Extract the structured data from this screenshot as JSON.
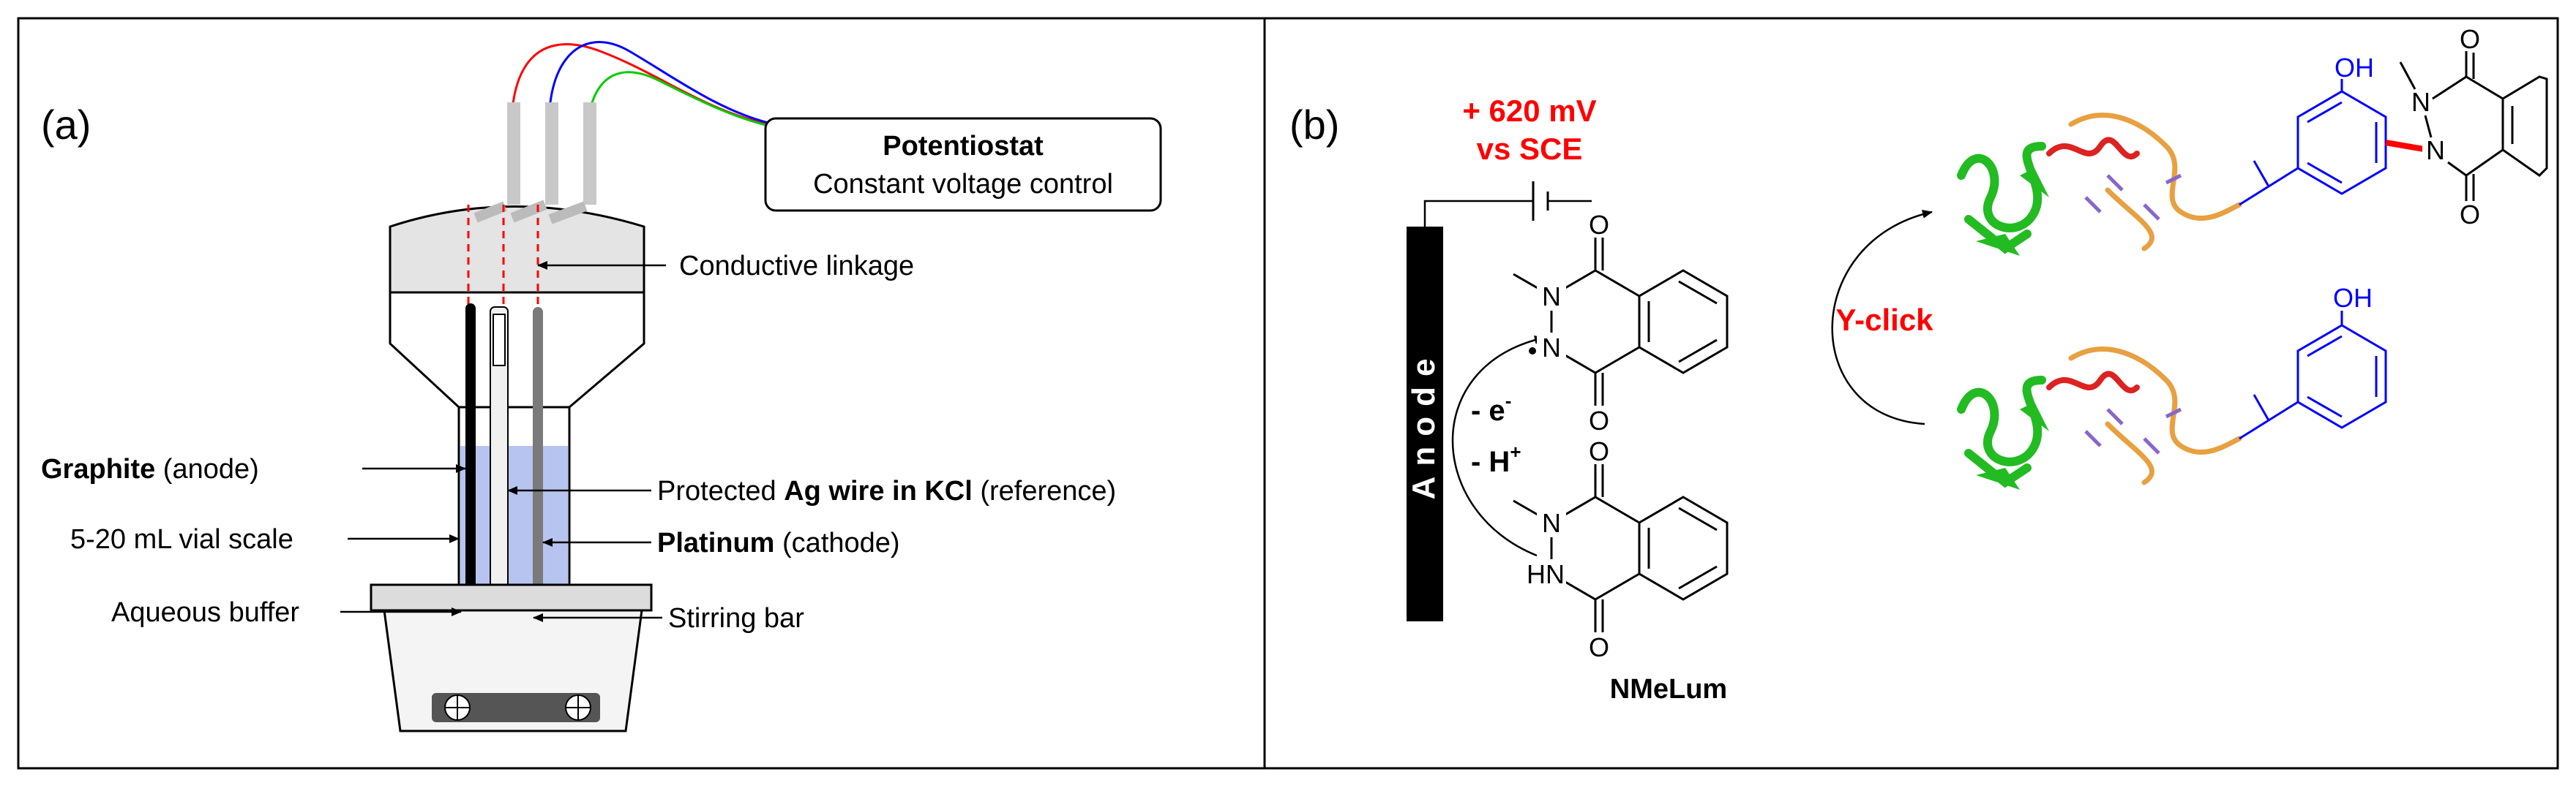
{
  "panel_a": {
    "label": "(a)",
    "potentiostat_title": "Potentiostat",
    "potentiostat_subtitle": "Constant voltage control",
    "conductive_linkage": "Conductive linkage",
    "graphite_bold": "Graphite",
    "graphite_rest": " (anode)",
    "vial_scale": "5-20 mL vial scale",
    "aqueous_buffer": "Aqueous buffer",
    "protected_prefix": "Protected ",
    "protected_bold": "Ag wire in KCl",
    "protected_suffix": " (reference)",
    "platinum_bold": "Platinum",
    "platinum_rest": " (cathode)",
    "stirring_bar": "Stirring bar"
  },
  "panel_b": {
    "label": "(b)",
    "voltage_line1": "+ 620 mV",
    "voltage_line2": "vs SCE",
    "anode_label": "Anode",
    "minus_e": "- e",
    "minus_e_sup": "-",
    "minus_h": "- H",
    "minus_h_sup": "+",
    "yclick": "Y-click",
    "nmelum": "NMeLum",
    "atom_O": "O",
    "atom_N": "N",
    "atom_HN": "HN",
    "atom_OH": "OH"
  },
  "colors": {
    "red": "#ff0000",
    "blue": "#0000ff",
    "green": "#00cc00",
    "protein_green": "#22bb22",
    "protein_orange": "#e8a040",
    "protein_red": "#dd2222",
    "vial_blue": "#b8c4f0"
  }
}
